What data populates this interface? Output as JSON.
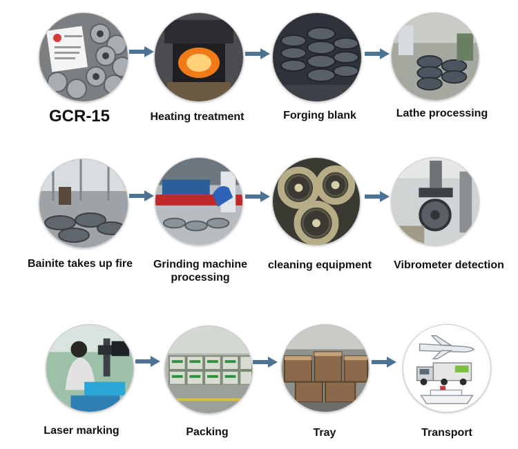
{
  "steps": [
    {
      "label": "GCR-15",
      "icon": "steel-bars-icon"
    },
    {
      "label": "Heating treatment",
      "icon": "furnace-icon"
    },
    {
      "label": "Forging blank",
      "icon": "forged-rings-icon"
    },
    {
      "label": "Lathe processing",
      "icon": "lathe-icon"
    },
    {
      "label": "Bainite takes up fire",
      "icon": "workshop-icon"
    },
    {
      "label": "Grinding machine processing",
      "icon": "grinding-machine-icon"
    },
    {
      "label": "cleaning equipment",
      "icon": "bearing-rollers-icon"
    },
    {
      "label": "Vibrometer detection",
      "icon": "vibrometer-icon"
    },
    {
      "label": "Laser marking",
      "icon": "laser-marker-icon"
    },
    {
      "label": "Packing",
      "icon": "packed-boxes-icon"
    },
    {
      "label": "Tray",
      "icon": "pallet-icon"
    },
    {
      "label": "Transport",
      "icon": "transport-icon"
    }
  ],
  "colors": {
    "arrow": "#4d7394",
    "text": "#111111",
    "metal": "#8f969c",
    "fire": "#f07a1a"
  }
}
